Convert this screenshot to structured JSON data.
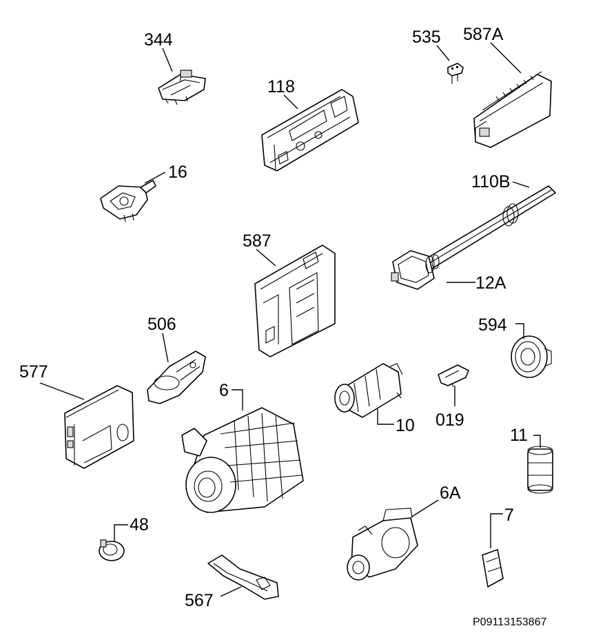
{
  "labels": {
    "p344": "344",
    "p118": "118",
    "p535": "535",
    "p587A": "587A",
    "p16": "16",
    "p110B": "110B",
    "p587": "587",
    "p12A": "12A",
    "p506": "506",
    "p594": "594",
    "p577": "577",
    "p6": "6",
    "p10": "10",
    "p019": "019",
    "p11": "11",
    "p48": "48",
    "p6A": "6A",
    "p7": "7",
    "p567": "567"
  },
  "reference": "P09113153867"
}
